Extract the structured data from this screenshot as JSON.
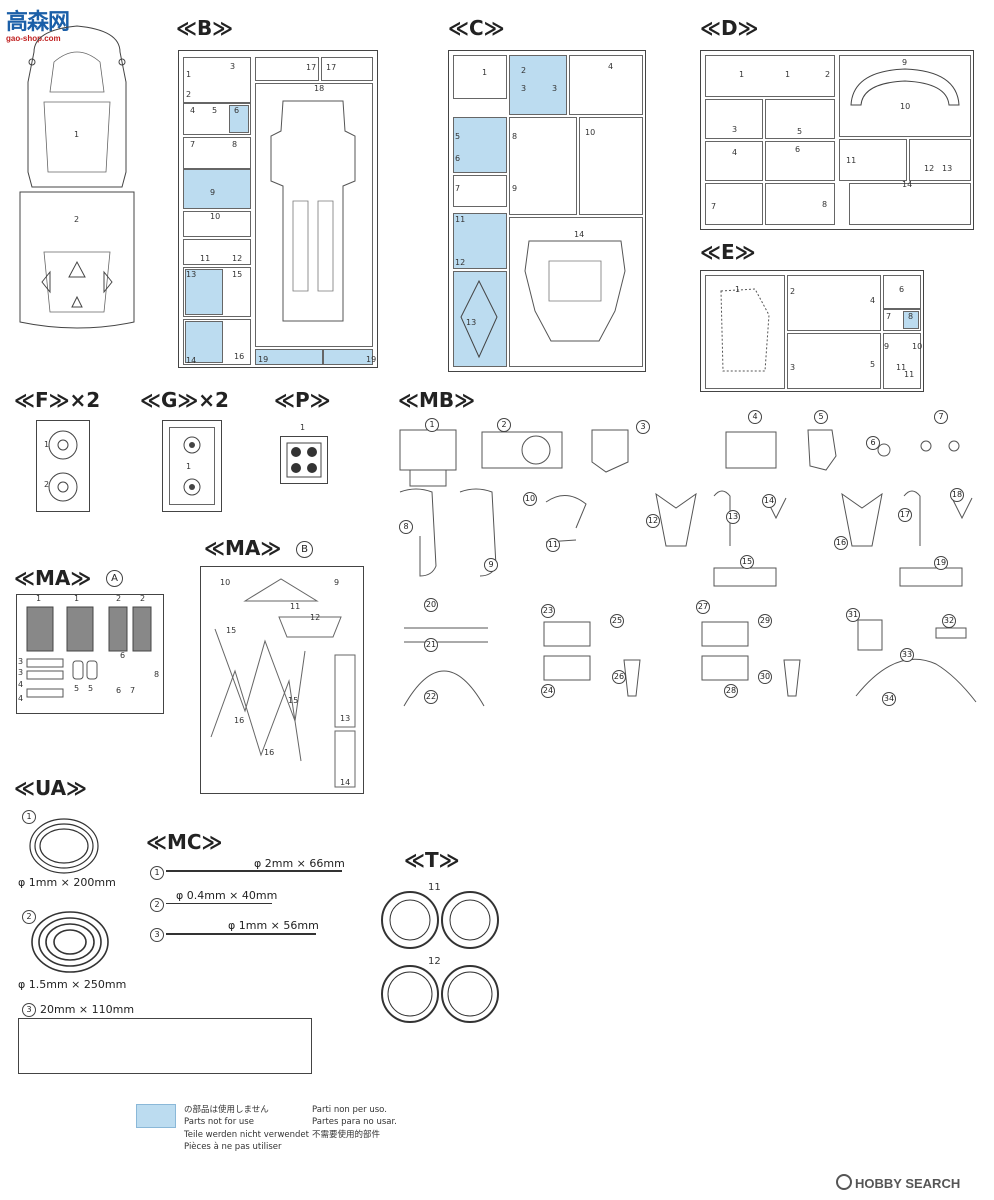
{
  "logo": {
    "line1": "高森网",
    "line2": "gao-shop.com"
  },
  "headers": {
    "B": "≪B≫",
    "C": "≪C≫",
    "D": "≪D≫",
    "E": "≪E≫",
    "F": "≪F≫×2",
    "G": "≪G≫×2",
    "P": "≪P≫",
    "MB": "≪MB≫",
    "MA_B": "≪MA≫",
    "MA_B_circ": "B",
    "MA_A": "≪MA≫",
    "MA_A_circ": "A",
    "UA": "≪UA≫",
    "MC": "≪MC≫",
    "T": "≪T≫"
  },
  "body_parts": {
    "p1": "1",
    "p2": "2"
  },
  "B": [
    "1",
    "2",
    "3",
    "4",
    "5",
    "6",
    "7",
    "8",
    "9",
    "10",
    "11",
    "12",
    "13",
    "14",
    "15",
    "16",
    "17",
    "17",
    "18",
    "19",
    "19"
  ],
  "C": [
    "1",
    "2",
    "3",
    "3",
    "4",
    "5",
    "6",
    "7",
    "8",
    "9",
    "10",
    "11",
    "12",
    "13",
    "14"
  ],
  "D": [
    "1",
    "1",
    "2",
    "3",
    "4",
    "5",
    "6",
    "7",
    "8",
    "9",
    "10",
    "11",
    "12",
    "13",
    "14"
  ],
  "E": [
    "1",
    "2",
    "3",
    "4",
    "5",
    "6",
    "7",
    "8",
    "9",
    "10",
    "11",
    "11"
  ],
  "F": [
    "1",
    "2"
  ],
  "G": [
    "1"
  ],
  "P": [
    "1"
  ],
  "MB": [
    "1",
    "2",
    "3",
    "4",
    "5",
    "6",
    "7",
    "8",
    "9",
    "10",
    "11",
    "12",
    "13",
    "14",
    "15",
    "16",
    "17",
    "18",
    "19",
    "20",
    "21",
    "22",
    "23",
    "24",
    "25",
    "26",
    "27",
    "28",
    "29",
    "30",
    "31",
    "32",
    "33",
    "34"
  ],
  "MA_B_parts": [
    "9",
    "10",
    "11",
    "12",
    "13",
    "14",
    "15",
    "15",
    "16",
    "16"
  ],
  "MA_A_parts": [
    "1",
    "1",
    "2",
    "2",
    "3",
    "3",
    "4",
    "4",
    "5",
    "5",
    "6",
    "6",
    "7",
    "8"
  ],
  "UA": [
    {
      "n": "1",
      "spec": "φ 1mm × 200mm"
    },
    {
      "n": "2",
      "spec": "φ 1.5mm × 250mm"
    },
    {
      "n": "3",
      "spec": "20mm × 110mm"
    }
  ],
  "MC": [
    {
      "n": "1",
      "spec": "φ 2mm × 66mm"
    },
    {
      "n": "2",
      "spec": "φ 0.4mm × 40mm"
    },
    {
      "n": "3",
      "spec": "φ 1mm × 56mm"
    }
  ],
  "T": [
    "11",
    "12"
  ],
  "legend": {
    "jp": "の部品は使用しません",
    "en": "Parts not for use",
    "de": "Teile werden nicht verwendet",
    "fr": "Pièces à ne pas utiliser",
    "it": "Parti non per uso.",
    "es": "Partes para no usar.",
    "zh": "不需要使用的部件"
  },
  "watermark": "HOBBY SEARCH",
  "colors": {
    "unused_parts": "#bcdcf0",
    "line": "#444444"
  }
}
